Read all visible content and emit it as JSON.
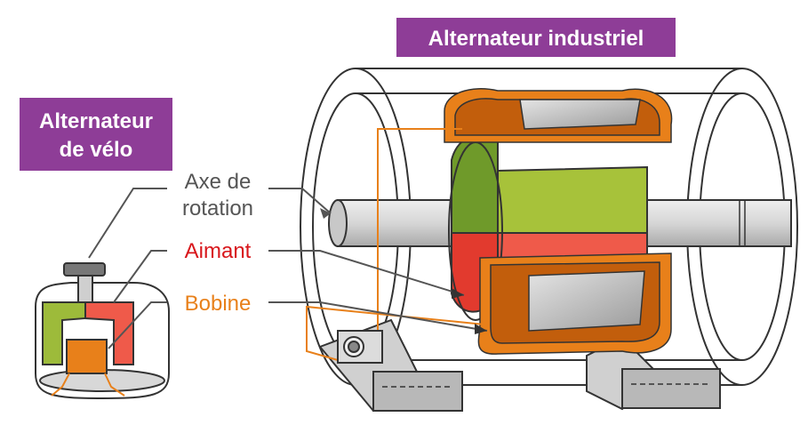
{
  "titles": {
    "industrial": "Alternateur industriel",
    "bike_line1": "Alternateur",
    "bike_line2": "de vélo"
  },
  "labels": {
    "axis_line1": "Axe de",
    "axis_line2": "rotation",
    "magnet": "Aimant",
    "coil": "Bobine"
  },
  "colors": {
    "title_bg": "#8e3d97",
    "magnet_text": "#d8161b",
    "coil_text": "#e8801a",
    "axis_text": "#555555",
    "green": "#9dbb3a",
    "green_dark": "#6f9a2a",
    "red": "#e23a2e",
    "orange": "#e8801a"
  }
}
